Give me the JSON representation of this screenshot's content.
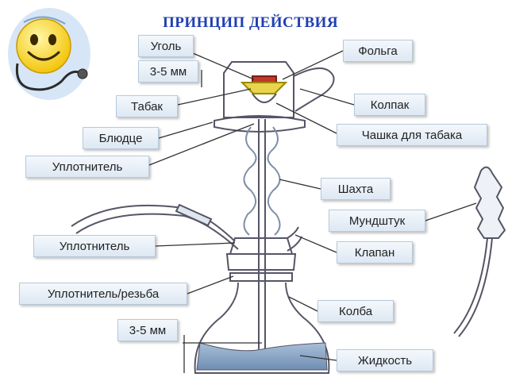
{
  "title": "ПРИНЦИП ДЕЙСТВИЯ",
  "labels": {
    "ugol": "Уголь",
    "dim_top": "3-5 мм",
    "tabak": "Табак",
    "bludce": "Блюдце",
    "uplotnitel_1": "Уплотнитель",
    "uplotnitel_2": "Уплотнитель",
    "uplotnitel_rezba": "Уплотнитель/резьба",
    "dim_bottom": "3-5 мм",
    "folga": "Фольга",
    "kolpak": "Колпак",
    "chashka": "Чашка для табака",
    "shahta": "Шахта",
    "mundshtuk": "Мундштук",
    "klapan": "Клапан",
    "kolba": "Колба",
    "zhidkost": "Жидкость"
  },
  "icons": {
    "smiley": "smiley-doctor-icon"
  },
  "colors": {
    "title": "#1f3fb3",
    "liquid": "#8fa9c8",
    "coal": "#c0392b",
    "tobacco": "#e8c800"
  }
}
